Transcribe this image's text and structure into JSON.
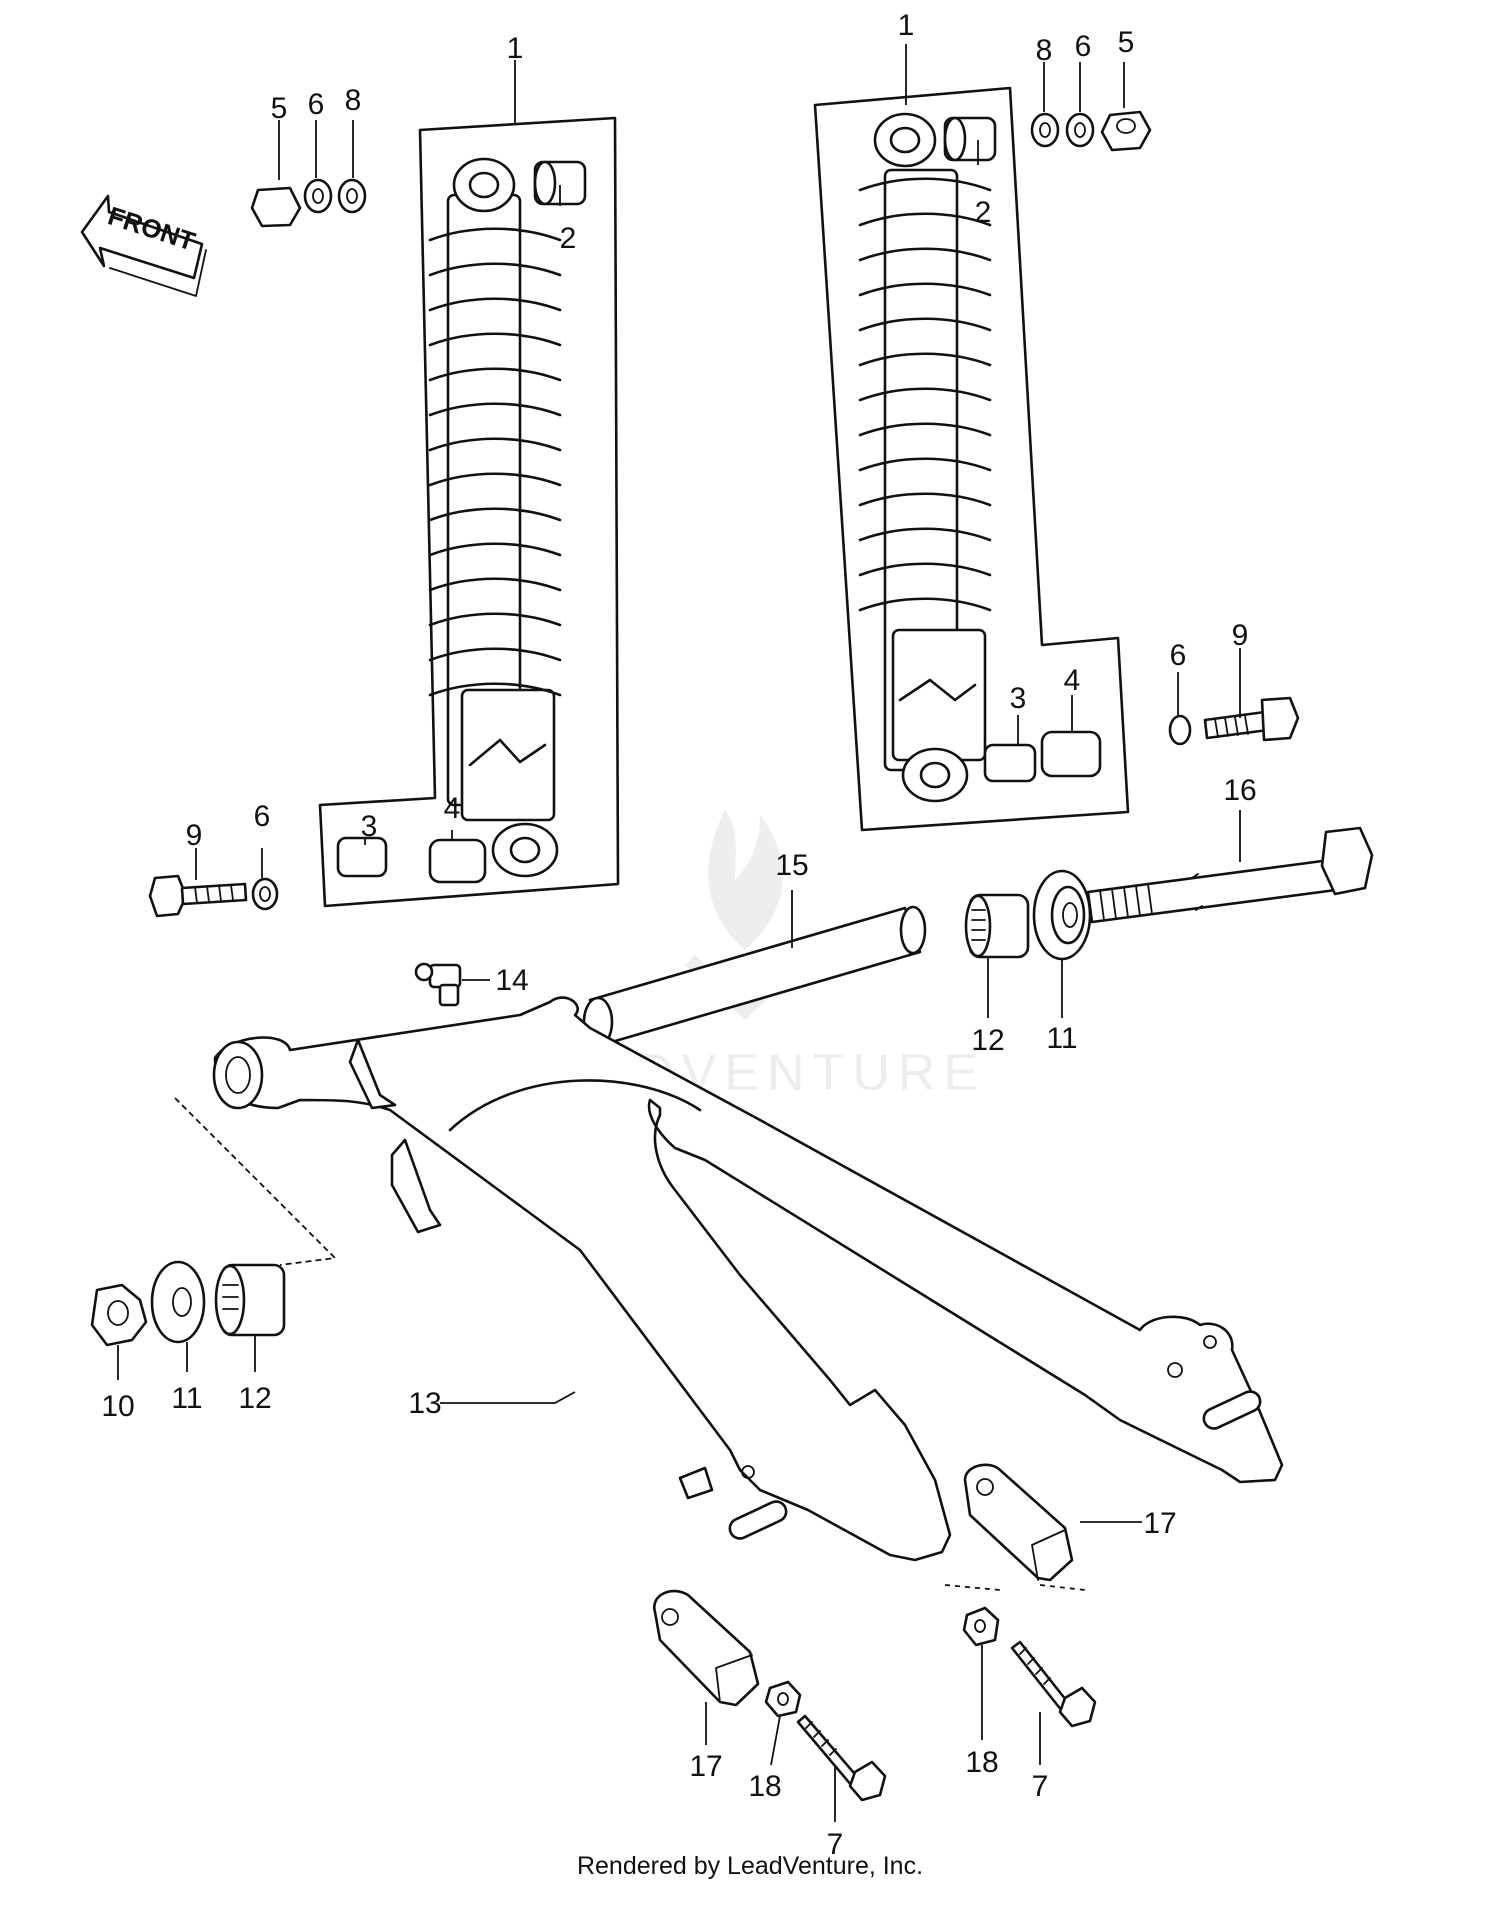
{
  "diagram": {
    "front_label": "FRONT",
    "watermark": "LEADVENTURE",
    "footer": "Rendered by LeadVenture, Inc.",
    "callouts": {
      "c1l": "1",
      "c2l": "2",
      "c3l": "3",
      "c4l": "4",
      "c5l": "5",
      "c6l": "6",
      "c8l": "8",
      "c1r": "1",
      "c2r": "2",
      "c3r": "3",
      "c4r": "4",
      "c5r": "5",
      "c6r": "6",
      "c8r": "8",
      "c9l": "9",
      "c6bl": "6",
      "c9r": "9",
      "c6br": "6",
      "c14": "14",
      "c15": "15",
      "c16": "16",
      "c12r": "12",
      "c11r": "11",
      "c10": "10",
      "c11l": "11",
      "c12l": "12",
      "c13": "13",
      "c17r": "17",
      "c17l": "17",
      "c18l": "18",
      "c7l": "7",
      "c18r": "18",
      "c7r": "7"
    }
  }
}
